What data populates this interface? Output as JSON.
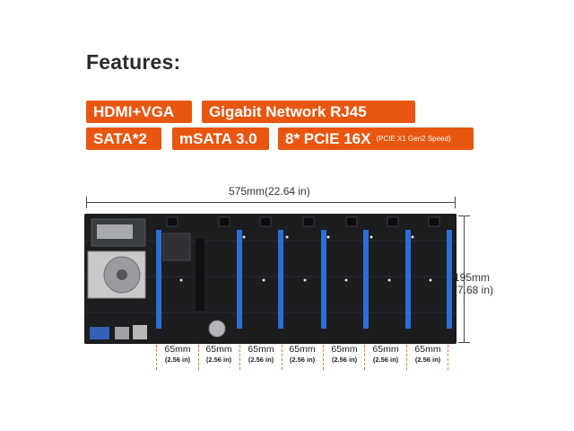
{
  "heading": "Features:",
  "badges": {
    "hdmi": "HDMI+VGA",
    "network": "Gigabit Network RJ45",
    "sata": "SATA*2",
    "msata": "mSATA 3.0",
    "pcie": "8* PCIE 16X",
    "pcie_note": "(PCIE X1 Gen2 Speed)"
  },
  "dimensions": {
    "width": "575mm(22.64 in)",
    "height_mm": "195mm",
    "height_in": "(7.68 in)"
  },
  "slot_spacing": [
    {
      "mm": "65mm",
      "in": "(2.56 in)"
    },
    {
      "mm": "65mm",
      "in": "(2.56 in)"
    },
    {
      "mm": "65mm",
      "in": "(2.56 in)"
    },
    {
      "mm": "65mm",
      "in": "(2.56 in)"
    },
    {
      "mm": "65mm",
      "in": "(2.56 in)"
    },
    {
      "mm": "65mm",
      "in": "(2.56 in)"
    },
    {
      "mm": "65mm",
      "in": "(2.56 in)"
    }
  ],
  "colors": {
    "badge": "#e8560f",
    "board": "#1c1d1f",
    "pcie_slot": "#2a6fd6",
    "dashed_guide": "#e8782f"
  }
}
